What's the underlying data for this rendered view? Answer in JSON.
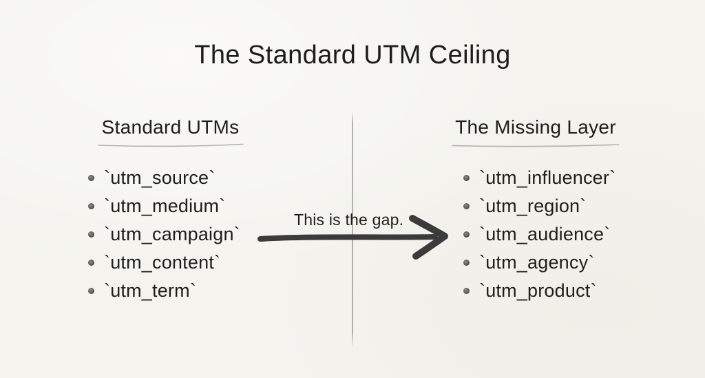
{
  "title": "The Standard UTM Ceiling",
  "columns": {
    "left": {
      "heading": "Standard UTMs",
      "items": [
        "`utm_source`",
        "`utm_medium`",
        "`utm_campaign`",
        "`utm_content`",
        "`utm_term`"
      ]
    },
    "right": {
      "heading": "The Missing Layer",
      "items": [
        "`utm_influencer`",
        "`utm_region`",
        "`utm_audience`",
        "`utm_agency`",
        "`utm_product`"
      ]
    }
  },
  "gap": {
    "label": "This is the gap."
  },
  "icons": {
    "arrow": "arrow-right-icon",
    "bullet": "bullet-dot-icon"
  },
  "colors": {
    "background": "#f4f3ee",
    "text": "#1d1d1b",
    "arrow": "#3b3b3b",
    "divider": "#96948c",
    "underline": "#b2b0a9",
    "bullet": "#47473f"
  }
}
